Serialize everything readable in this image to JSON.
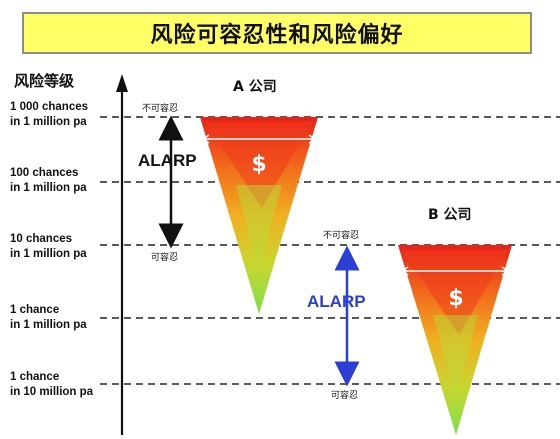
{
  "title": "风险可容忍性和风险偏好",
  "axis_title": "风险等级",
  "levels": [
    {
      "line1": "1 000 chances",
      "line2": "in 1 million pa"
    },
    {
      "line1": "100 chances",
      "line2": "in 1 million pa"
    },
    {
      "line1": "10 chances",
      "line2": "in 1 million pa"
    },
    {
      "line1": "1 chance",
      "line2": "in 1 million pa"
    },
    {
      "line1": "1 chance",
      "line2": "in 10 million pa"
    }
  ],
  "company_a": {
    "label": "A 公司",
    "intolerable": "不可容忍",
    "tolerable": "可容忍",
    "alarp": "ALARP",
    "alarp_color": "#111111",
    "symbol": "$"
  },
  "company_b": {
    "label": "B 公司",
    "intolerable": "不可容忍",
    "tolerable": "可容忍",
    "alarp": "ALARP",
    "alarp_color": "#2b3fd6",
    "symbol": "$"
  },
  "colors": {
    "title_bg": "#ffff66",
    "cone_top": "#e8201a",
    "cone_mid": "#f0a020",
    "cone_bottom": "#7de04a"
  }
}
